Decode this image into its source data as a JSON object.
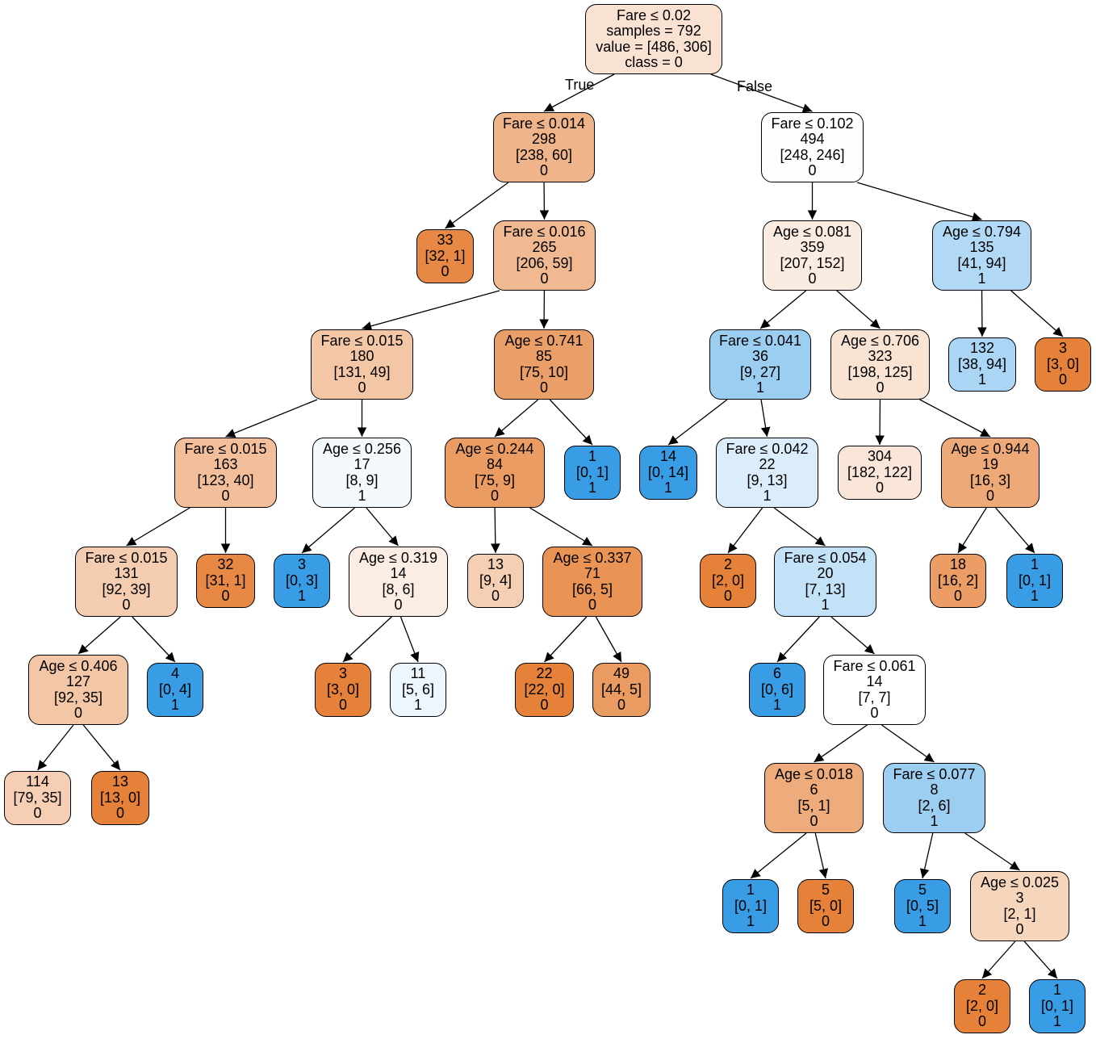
{
  "tree": {
    "edge_labels": {
      "true": "True",
      "false": "False"
    },
    "colors": {
      "class0": "#e58139",
      "class1": "#399de5"
    },
    "nodes": [
      {
        "id": "n0",
        "lines": [
          "Fare ≤ 0.02",
          "samples = 792",
          "value = [486, 306]",
          "class = 0"
        ],
        "value": [
          486,
          306
        ],
        "class": 0,
        "children": [
          "n1",
          "n2"
        ]
      },
      {
        "id": "n1",
        "lines": [
          "Fare ≤ 0.014",
          "298",
          "[238, 60]",
          "0"
        ],
        "value": [
          238,
          60
        ],
        "class": 0,
        "children": [
          "n3",
          "n4"
        ]
      },
      {
        "id": "n2",
        "lines": [
          "Fare ≤ 0.102",
          "494",
          "[248, 246]",
          "0"
        ],
        "value": [
          248,
          246
        ],
        "class": 0,
        "children": [
          "n5",
          "n6"
        ]
      },
      {
        "id": "n3",
        "lines": [
          "33",
          "[32, 1]",
          "0"
        ],
        "value": [
          32,
          1
        ],
        "class": 0,
        "children": []
      },
      {
        "id": "n4",
        "lines": [
          "Fare ≤ 0.016",
          "265",
          "[206, 59]",
          "0"
        ],
        "value": [
          206,
          59
        ],
        "class": 0,
        "children": [
          "n7",
          "n8"
        ]
      },
      {
        "id": "n5",
        "lines": [
          "Age ≤ 0.081",
          "359",
          "[207, 152]",
          "0"
        ],
        "value": [
          207,
          152
        ],
        "class": 0,
        "children": [
          "n9",
          "n10"
        ]
      },
      {
        "id": "n6",
        "lines": [
          "Age ≤ 0.794",
          "135",
          "[41, 94]",
          "1"
        ],
        "value": [
          41,
          94
        ],
        "class": 1,
        "children": [
          "n11",
          "n12"
        ]
      },
      {
        "id": "n7",
        "lines": [
          "Fare ≤ 0.015",
          "180",
          "[131, 49]",
          "0"
        ],
        "value": [
          131,
          49
        ],
        "class": 0,
        "children": [
          "n13",
          "n14"
        ]
      },
      {
        "id": "n8",
        "lines": [
          "Age ≤ 0.741",
          "85",
          "[75, 10]",
          "0"
        ],
        "value": [
          75,
          10
        ],
        "class": 0,
        "children": [
          "n15",
          "n16"
        ]
      },
      {
        "id": "n9",
        "lines": [
          "Fare ≤ 0.041",
          "36",
          "[9, 27]",
          "1"
        ],
        "value": [
          9,
          27
        ],
        "class": 1,
        "children": [
          "n17",
          "n18"
        ]
      },
      {
        "id": "n10",
        "lines": [
          "Age ≤ 0.706",
          "323",
          "[198, 125]",
          "0"
        ],
        "value": [
          198,
          125
        ],
        "class": 0,
        "children": [
          "n19",
          "n20"
        ]
      },
      {
        "id": "n11",
        "lines": [
          "132",
          "[38, 94]",
          "1"
        ],
        "value": [
          38,
          94
        ],
        "class": 1,
        "children": []
      },
      {
        "id": "n12",
        "lines": [
          "3",
          "[3, 0]",
          "0"
        ],
        "value": [
          3,
          0
        ],
        "class": 0,
        "children": []
      },
      {
        "id": "n13",
        "lines": [
          "Fare ≤ 0.015",
          "163",
          "[123, 40]",
          "0"
        ],
        "value": [
          123,
          40
        ],
        "class": 0,
        "children": [
          "n21",
          "n22"
        ]
      },
      {
        "id": "n14",
        "lines": [
          "Age ≤ 0.256",
          "17",
          "[8, 9]",
          "1"
        ],
        "value": [
          8,
          9
        ],
        "class": 1,
        "children": [
          "n23",
          "n24"
        ]
      },
      {
        "id": "n15",
        "lines": [
          "Age ≤ 0.244",
          "84",
          "[75, 9]",
          "0"
        ],
        "value": [
          75,
          9
        ],
        "class": 0,
        "children": [
          "n25",
          "n26"
        ]
      },
      {
        "id": "n16",
        "lines": [
          "1",
          "[0, 1]",
          "1"
        ],
        "value": [
          0,
          1
        ],
        "class": 1,
        "children": []
      },
      {
        "id": "n17",
        "lines": [
          "14",
          "[0, 14]",
          "1"
        ],
        "value": [
          0,
          14
        ],
        "class": 1,
        "children": []
      },
      {
        "id": "n18",
        "lines": [
          "Fare ≤ 0.042",
          "22",
          "[9, 13]",
          "1"
        ],
        "value": [
          9,
          13
        ],
        "class": 1,
        "children": [
          "n27",
          "n28"
        ]
      },
      {
        "id": "n19",
        "lines": [
          "304",
          "[182, 122]",
          "0"
        ],
        "value": [
          182,
          122
        ],
        "class": 0,
        "children": []
      },
      {
        "id": "n20",
        "lines": [
          "Age ≤ 0.944",
          "19",
          "[16, 3]",
          "0"
        ],
        "value": [
          16,
          3
        ],
        "class": 0,
        "children": [
          "n29",
          "n30"
        ]
      },
      {
        "id": "n21",
        "lines": [
          "Fare ≤ 0.015",
          "131",
          "[92, 39]",
          "0"
        ],
        "value": [
          92,
          39
        ],
        "class": 0,
        "children": [
          "n31",
          "n32"
        ]
      },
      {
        "id": "n22",
        "lines": [
          "32",
          "[31, 1]",
          "0"
        ],
        "value": [
          31,
          1
        ],
        "class": 0,
        "children": []
      },
      {
        "id": "n23",
        "lines": [
          "3",
          "[0, 3]",
          "1"
        ],
        "value": [
          0,
          3
        ],
        "class": 1,
        "children": []
      },
      {
        "id": "n24",
        "lines": [
          "Age ≤ 0.319",
          "14",
          "[8, 6]",
          "0"
        ],
        "value": [
          8,
          6
        ],
        "class": 0,
        "children": [
          "n33",
          "n34"
        ]
      },
      {
        "id": "n25",
        "lines": [
          "13",
          "[9, 4]",
          "0"
        ],
        "value": [
          9,
          4
        ],
        "class": 0,
        "children": []
      },
      {
        "id": "n26",
        "lines": [
          "Age ≤ 0.337",
          "71",
          "[66, 5]",
          "0"
        ],
        "value": [
          66,
          5
        ],
        "class": 0,
        "children": [
          "n35",
          "n36"
        ]
      },
      {
        "id": "n27",
        "lines": [
          "2",
          "[2, 0]",
          "0"
        ],
        "value": [
          2,
          0
        ],
        "class": 0,
        "children": []
      },
      {
        "id": "n28",
        "lines": [
          "Fare ≤ 0.054",
          "20",
          "[7, 13]",
          "1"
        ],
        "value": [
          7,
          13
        ],
        "class": 1,
        "children": [
          "n37",
          "n38"
        ]
      },
      {
        "id": "n29",
        "lines": [
          "18",
          "[16, 2]",
          "0"
        ],
        "value": [
          16,
          2
        ],
        "class": 0,
        "children": []
      },
      {
        "id": "n30",
        "lines": [
          "1",
          "[0, 1]",
          "1"
        ],
        "value": [
          0,
          1
        ],
        "class": 1,
        "children": []
      },
      {
        "id": "n31",
        "lines": [
          "Age ≤ 0.406",
          "127",
          "[92, 35]",
          "0"
        ],
        "value": [
          92,
          35
        ],
        "class": 0,
        "children": [
          "n39",
          "n40"
        ]
      },
      {
        "id": "n32",
        "lines": [
          "4",
          "[0, 4]",
          "1"
        ],
        "value": [
          0,
          4
        ],
        "class": 1,
        "children": []
      },
      {
        "id": "n33",
        "lines": [
          "3",
          "[3, 0]",
          "0"
        ],
        "value": [
          3,
          0
        ],
        "class": 0,
        "children": []
      },
      {
        "id": "n34",
        "lines": [
          "11",
          "[5, 6]",
          "1"
        ],
        "value": [
          5,
          6
        ],
        "class": 1,
        "children": []
      },
      {
        "id": "n35",
        "lines": [
          "22",
          "[22, 0]",
          "0"
        ],
        "value": [
          22,
          0
        ],
        "class": 0,
        "children": []
      },
      {
        "id": "n36",
        "lines": [
          "49",
          "[44, 5]",
          "0"
        ],
        "value": [
          44,
          5
        ],
        "class": 0,
        "children": []
      },
      {
        "id": "n37",
        "lines": [
          "6",
          "[0, 6]",
          "1"
        ],
        "value": [
          0,
          6
        ],
        "class": 1,
        "children": []
      },
      {
        "id": "n38",
        "lines": [
          "Fare ≤ 0.061",
          "14",
          "[7, 7]",
          "0"
        ],
        "value": [
          7,
          7
        ],
        "class": 0,
        "children": [
          "n41",
          "n42"
        ]
      },
      {
        "id": "n39",
        "lines": [
          "114",
          "[79, 35]",
          "0"
        ],
        "value": [
          79,
          35
        ],
        "class": 0,
        "children": []
      },
      {
        "id": "n40",
        "lines": [
          "13",
          "[13, 0]",
          "0"
        ],
        "value": [
          13,
          0
        ],
        "class": 0,
        "children": []
      },
      {
        "id": "n41",
        "lines": [
          "Age ≤ 0.018",
          "6",
          "[5, 1]",
          "0"
        ],
        "value": [
          5,
          1
        ],
        "class": 0,
        "children": [
          "n43",
          "n44"
        ]
      },
      {
        "id": "n42",
        "lines": [
          "Fare ≤ 0.077",
          "8",
          "[2, 6]",
          "1"
        ],
        "value": [
          2,
          6
        ],
        "class": 1,
        "children": [
          "n45",
          "n46"
        ]
      },
      {
        "id": "n43",
        "lines": [
          "1",
          "[0, 1]",
          "1"
        ],
        "value": [
          0,
          1
        ],
        "class": 1,
        "children": []
      },
      {
        "id": "n44",
        "lines": [
          "5",
          "[5, 0]",
          "0"
        ],
        "value": [
          5,
          0
        ],
        "class": 0,
        "children": []
      },
      {
        "id": "n45",
        "lines": [
          "5",
          "[0, 5]",
          "1"
        ],
        "value": [
          0,
          5
        ],
        "class": 1,
        "children": []
      },
      {
        "id": "n46",
        "lines": [
          "Age ≤ 0.025",
          "3",
          "[2, 1]",
          "0"
        ],
        "value": [
          2,
          1
        ],
        "class": 0,
        "children": [
          "n47",
          "n48"
        ]
      },
      {
        "id": "n47",
        "lines": [
          "2",
          "[2, 0]",
          "0"
        ],
        "value": [
          2,
          0
        ],
        "class": 0,
        "children": []
      },
      {
        "id": "n48",
        "lines": [
          "1",
          "[0, 1]",
          "1"
        ],
        "value": [
          0,
          1
        ],
        "class": 1,
        "children": []
      }
    ]
  }
}
